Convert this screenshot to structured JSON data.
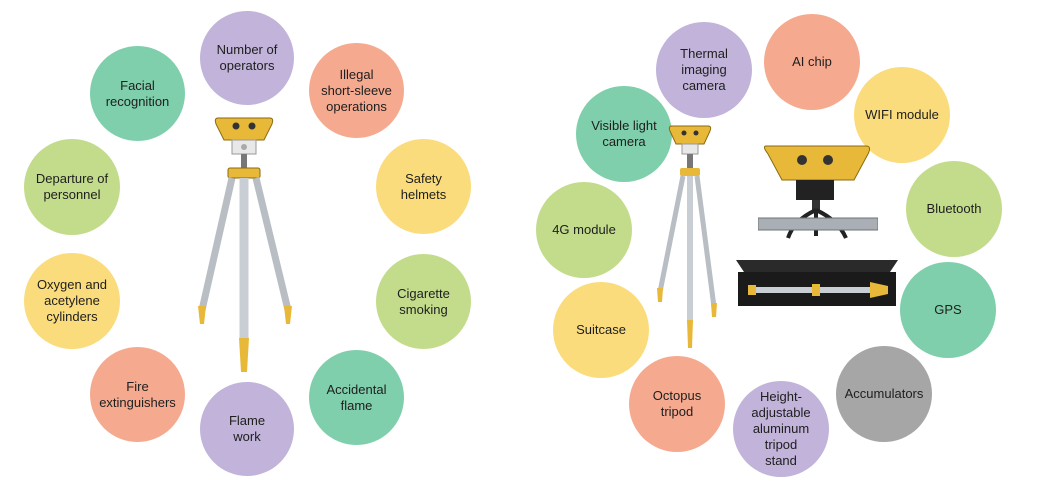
{
  "left": {
    "bubbles": [
      {
        "id": "number-of-operators",
        "text": "Number of\noperators",
        "color": "purple"
      },
      {
        "id": "illegal-short-sleeve",
        "text": "Illegal\nshort-sleeve\noperations",
        "color": "salmon"
      },
      {
        "id": "safety-helmets",
        "text": "Safety\nhelmets",
        "color": "yellow"
      },
      {
        "id": "cigarette-smoking",
        "text": "Cigarette\nsmoking",
        "color": "lgreen"
      },
      {
        "id": "accidental-flame",
        "text": "Accidental\nflame",
        "color": "teal"
      },
      {
        "id": "flame-work",
        "text": "Flame\nwork",
        "color": "purple"
      },
      {
        "id": "fire-extinguishers",
        "text": "Fire\nextinguishers",
        "color": "salmon"
      },
      {
        "id": "oxygen-acetylene",
        "text": "Oxygen and\nacetylene\ncylinders",
        "color": "yellow"
      },
      {
        "id": "departure-of-personnel",
        "text": "Departure of\npersonnel",
        "color": "lgreen"
      },
      {
        "id": "facial-recognition",
        "text": "Facial\nrecognition",
        "color": "teal"
      }
    ]
  },
  "right": {
    "bubbles": [
      {
        "id": "thermal-imaging-camera",
        "text": "Thermal\nimaging\ncamera",
        "color": "purple"
      },
      {
        "id": "ai-chip",
        "text": "AI chip",
        "color": "salmon"
      },
      {
        "id": "wifi-module",
        "text": "WIFI module",
        "color": "yellow"
      },
      {
        "id": "bluetooth",
        "text": "Bluetooth",
        "color": "lgreen"
      },
      {
        "id": "gps",
        "text": "GPS",
        "color": "teal"
      },
      {
        "id": "accumulators",
        "text": "Accumulators",
        "color": "gray"
      },
      {
        "id": "height-adjustable-tripod",
        "text": "Height-\nadjustable\naluminum\ntripod\nstand",
        "color": "purple"
      },
      {
        "id": "octopus-tripod",
        "text": "Octopus\ntripod",
        "color": "salmon"
      },
      {
        "id": "suitcase",
        "text": "Suitcase",
        "color": "yellow"
      },
      {
        "id": "4g-module",
        "text": "4G module",
        "color": "lgreen"
      },
      {
        "id": "visible-light-camera",
        "text": "Visible light\ncamera",
        "color": "teal"
      }
    ]
  },
  "colors": {
    "purple": "#c1b3d9",
    "salmon": "#f5aa90",
    "yellow": "#fbdc7c",
    "lgreen": "#c3dc8c",
    "teal": "#7fcfac",
    "gray": "#a6a6a6",
    "device_yellow": "#e8b838",
    "device_metal": "#b8bec4"
  }
}
